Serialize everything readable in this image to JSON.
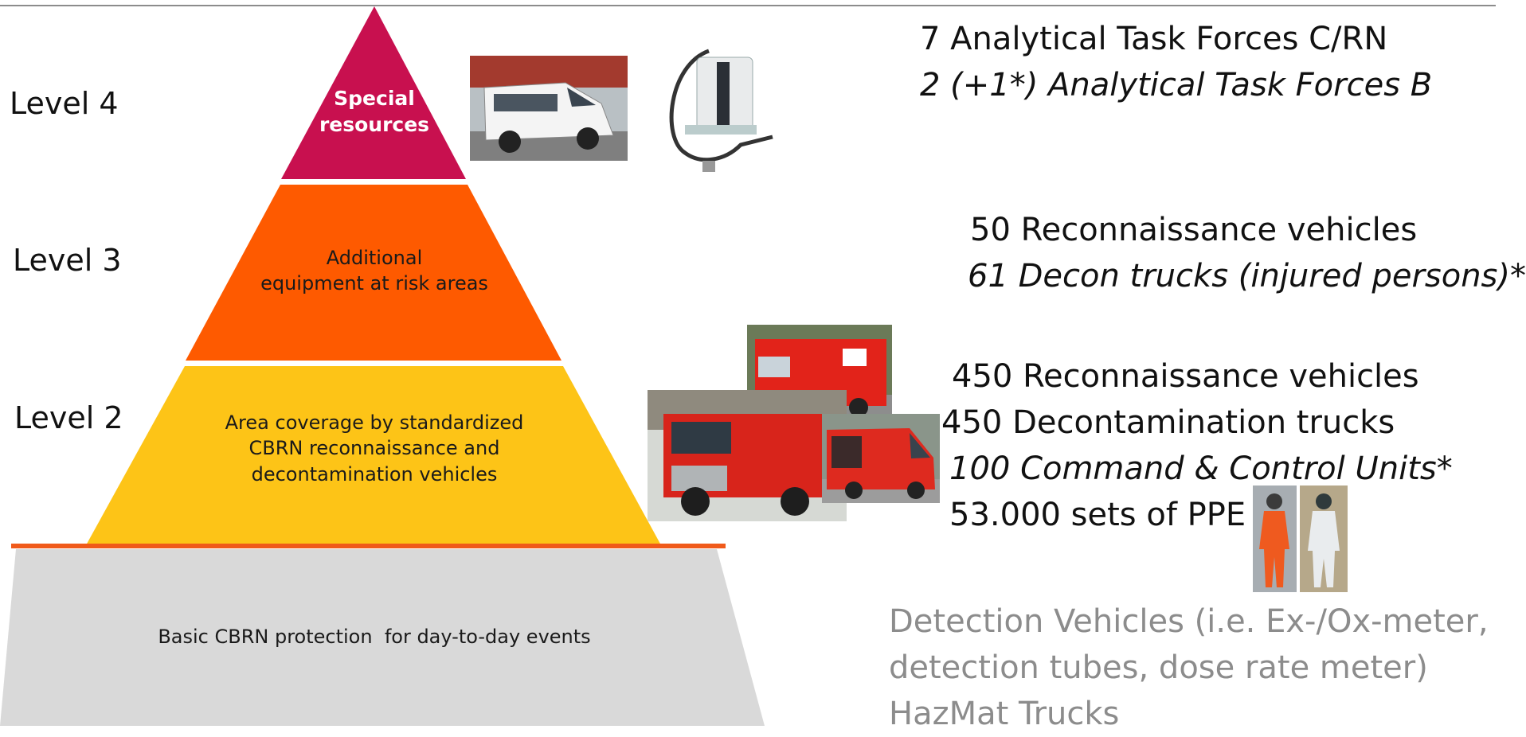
{
  "levels": {
    "l4": "Level 4",
    "l3": "Level 3",
    "l2": "Level 2"
  },
  "tiers": {
    "level4": "Special\nresources",
    "level3": "Additional\nequipment at risk areas",
    "level2": "Area coverage by standardized\nCBRN reconnaissance and\ndecontamination vehicles",
    "level1": "Basic CBRN protection  for day-to-day events"
  },
  "colors": {
    "level4": "#c8104f",
    "level3": "#fe5a00",
    "level2": "#fdc417",
    "level1": "#d9d9d9",
    "divider": "#f05a1a",
    "grey_text": "#8c8c8c"
  },
  "resources": {
    "level4": [
      "7 Analytical Task Forces C/RN",
      "2 (+1*) Analytical Task Forces B"
    ],
    "level3": [
      "50 Reconnaissance vehicles",
      "61 Decon trucks (injured persons)*"
    ],
    "level2": [
      "450 Reconnaissance vehicles",
      "450 Decontamination trucks",
      "100 Command  & Control Units*",
      "53.000 sets of PPE"
    ],
    "level1": [
      "Detection Vehicles (i.e. Ex-/Ox-meter,",
      "detection tubes,  dose rate meter)",
      "HazMat Trucks"
    ]
  },
  "photos": {
    "van": "white-van-photo",
    "detector": "detector-device-photo",
    "truck": "red-fire-truck-photo",
    "box_truck": "red-box-truck-photo",
    "red_van": "red-van-photo",
    "orange_suit": "orange-protective-suit-photo",
    "white_suit": "white-protective-suit-photo"
  }
}
